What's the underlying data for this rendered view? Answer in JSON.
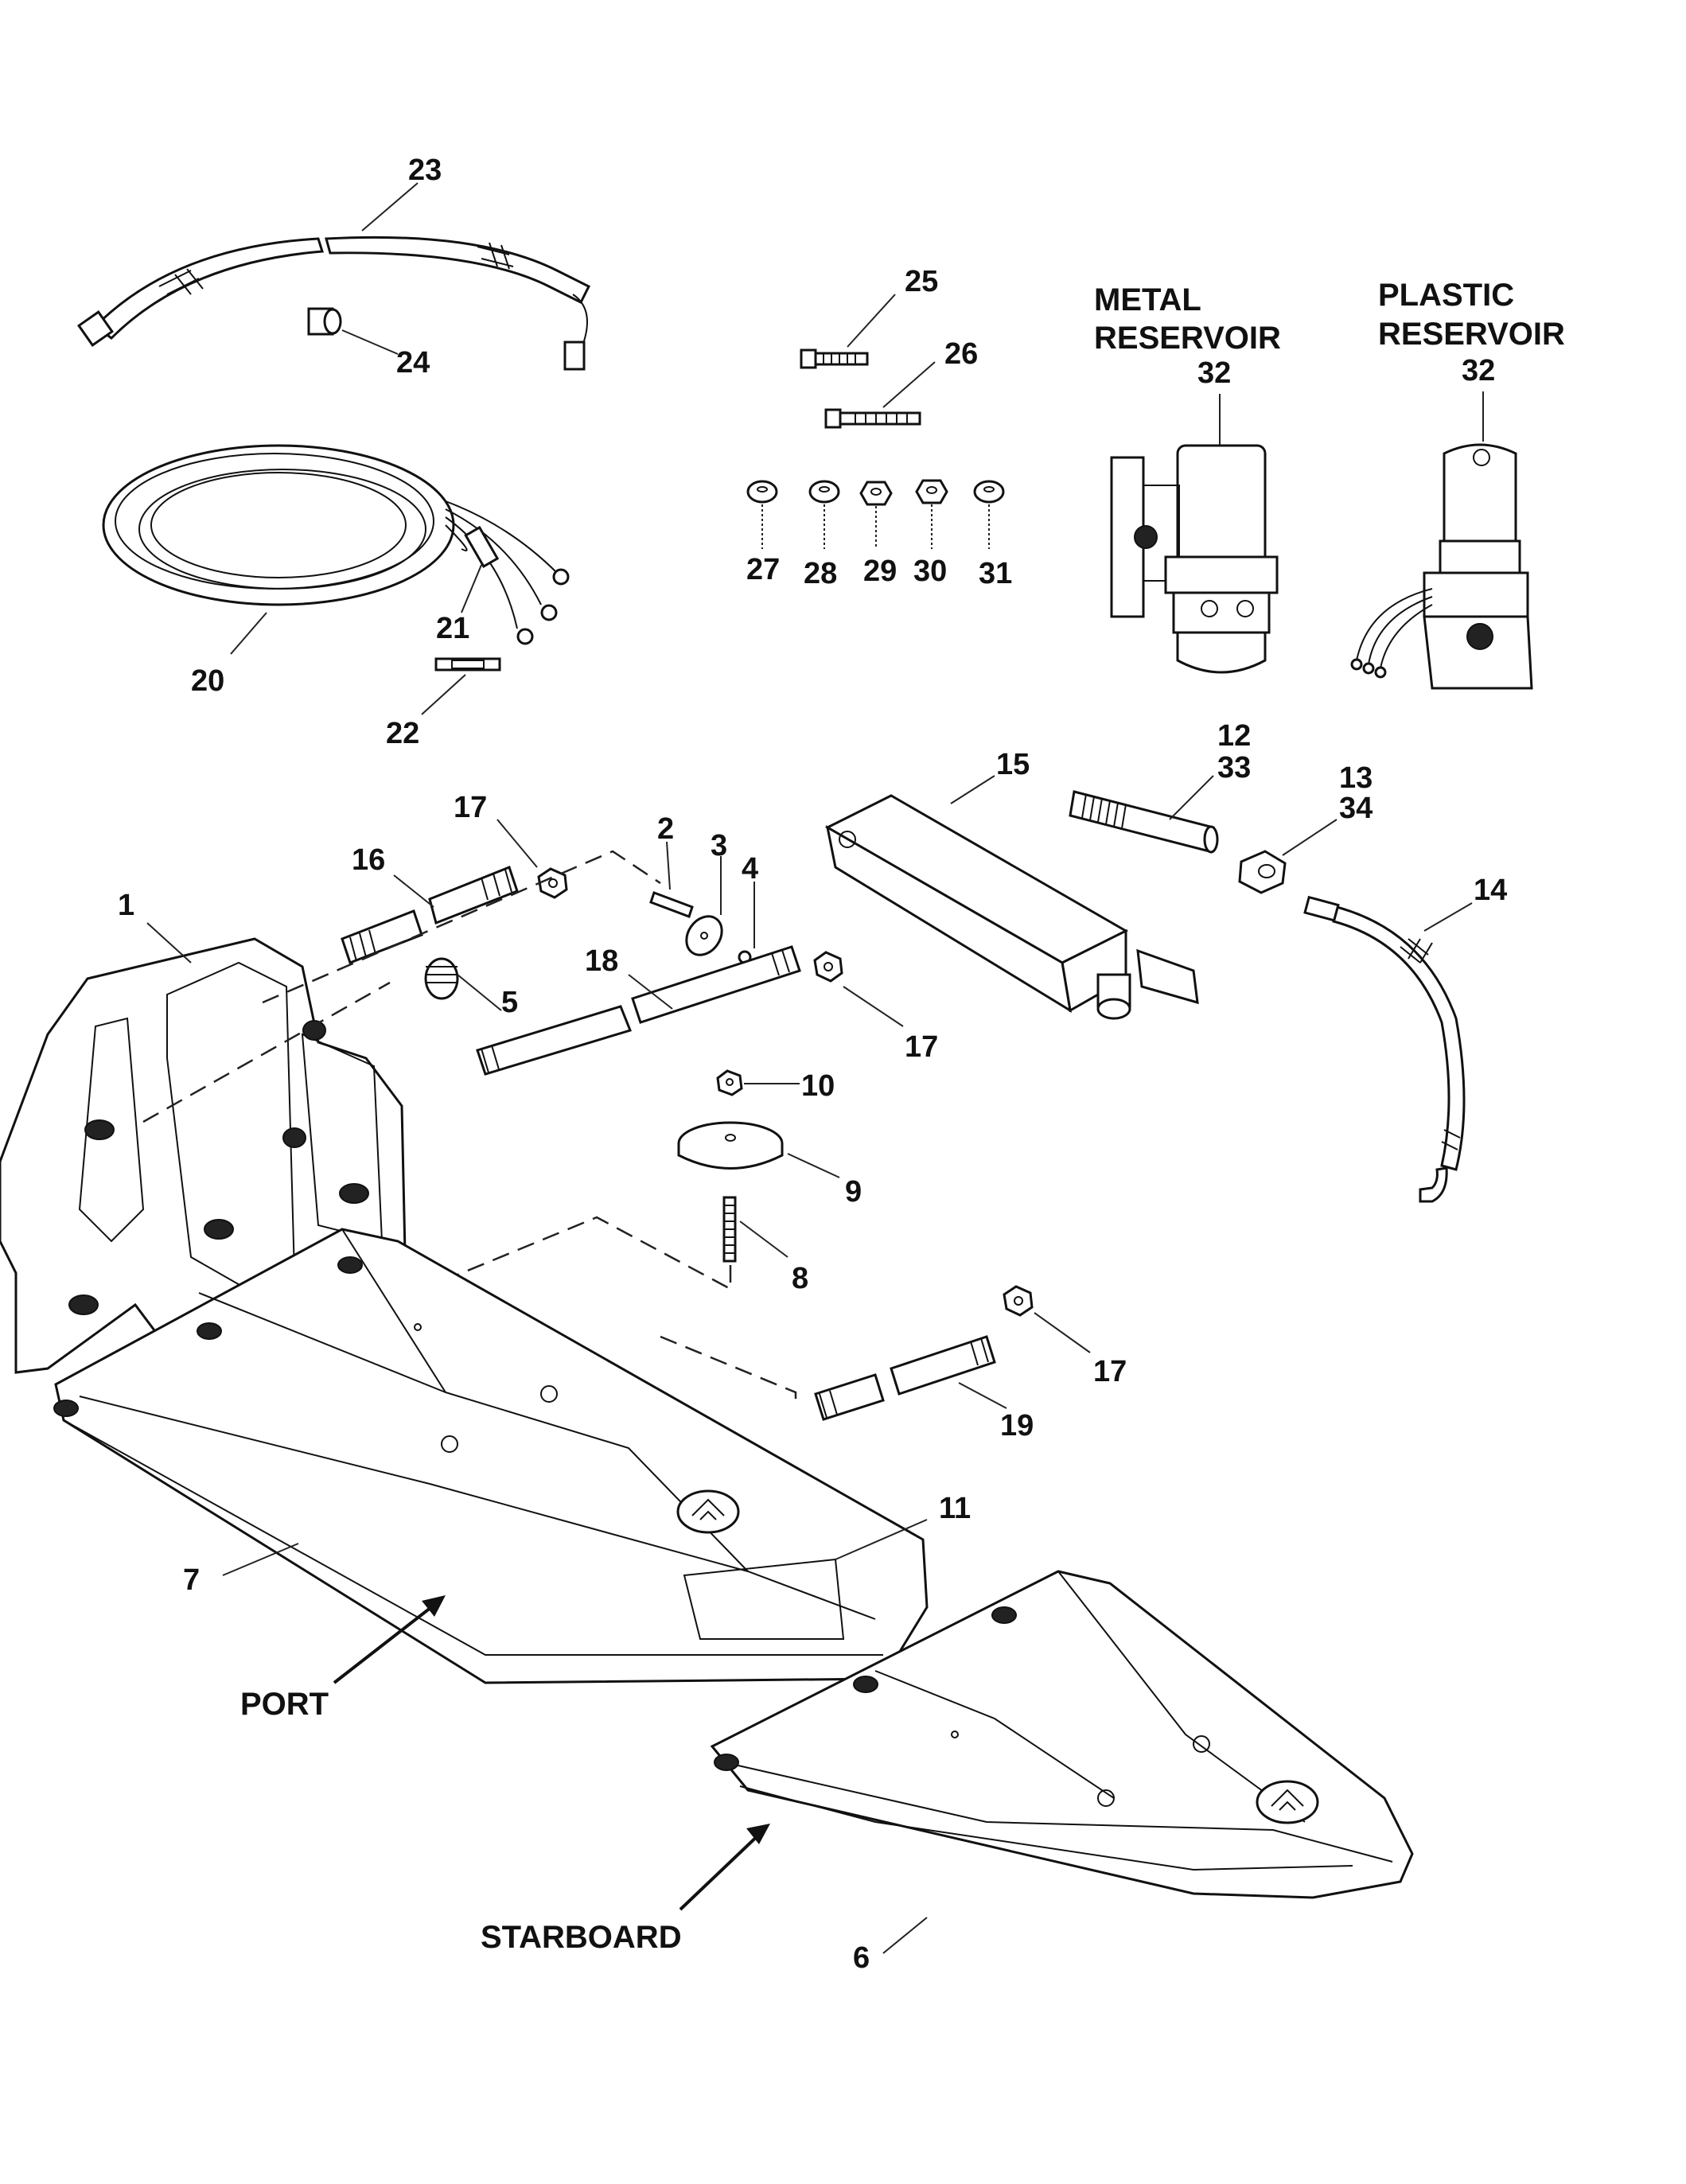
{
  "diagram": {
    "type": "exploded-parts-diagram",
    "callouts": [
      {
        "id": "23",
        "text": "23"
      },
      {
        "id": "24",
        "text": "24"
      },
      {
        "id": "20",
        "text": "20"
      },
      {
        "id": "21",
        "text": "21"
      },
      {
        "id": "22",
        "text": "22"
      },
      {
        "id": "25",
        "text": "25"
      },
      {
        "id": "26",
        "text": "26"
      },
      {
        "id": "27",
        "text": "27"
      },
      {
        "id": "28",
        "text": "28"
      },
      {
        "id": "29",
        "text": "29"
      },
      {
        "id": "30",
        "text": "30"
      },
      {
        "id": "31",
        "text": "31"
      },
      {
        "id": "32a",
        "text": "32"
      },
      {
        "id": "32b",
        "text": "32"
      },
      {
        "id": "15",
        "text": "15"
      },
      {
        "id": "12",
        "text": "12"
      },
      {
        "id": "33",
        "text": "33"
      },
      {
        "id": "13",
        "text": "13"
      },
      {
        "id": "34",
        "text": "34"
      },
      {
        "id": "14",
        "text": "14"
      },
      {
        "id": "17a",
        "text": "17"
      },
      {
        "id": "16",
        "text": "16"
      },
      {
        "id": "2",
        "text": "2"
      },
      {
        "id": "3",
        "text": "3"
      },
      {
        "id": "4",
        "text": "4"
      },
      {
        "id": "1",
        "text": "1"
      },
      {
        "id": "18",
        "text": "18"
      },
      {
        "id": "5",
        "text": "5"
      },
      {
        "id": "17b",
        "text": "17"
      },
      {
        "id": "10",
        "text": "10"
      },
      {
        "id": "9",
        "text": "9"
      },
      {
        "id": "8",
        "text": "8"
      },
      {
        "id": "17c",
        "text": "17"
      },
      {
        "id": "19",
        "text": "19"
      },
      {
        "id": "11",
        "text": "11"
      },
      {
        "id": "7",
        "text": "7"
      },
      {
        "id": "6",
        "text": "6"
      }
    ],
    "captions": {
      "metal_line1": "METAL",
      "metal_line2": "RESERVOIR",
      "plastic_line1": "PLASTIC",
      "plastic_line2": "RESERVOIR",
      "port": "PORT",
      "starboard": "STARBOARD"
    }
  }
}
